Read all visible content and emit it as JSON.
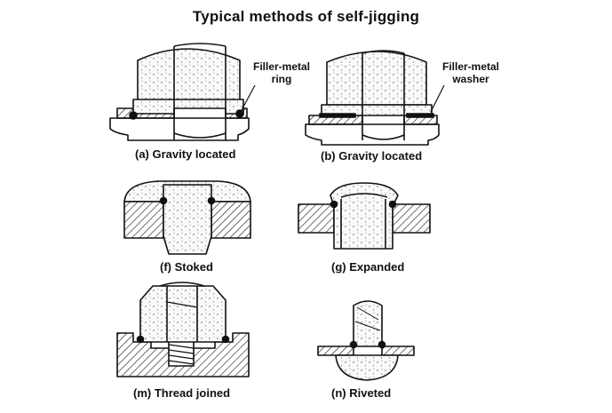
{
  "title": "Typical methods of self-jigging",
  "figures": [
    {
      "caption": "(a) Gravity located",
      "label_line1": "Filler-metal",
      "label_line2": "ring"
    },
    {
      "caption": "(b) Gravity located",
      "label_line1": "Filler-metal",
      "label_line2": "washer"
    },
    {
      "caption": "(f) Stoked"
    },
    {
      "caption": "(g) Expanded"
    },
    {
      "caption": "(m) Thread joined"
    },
    {
      "caption": "(n) Riveted"
    }
  ]
}
